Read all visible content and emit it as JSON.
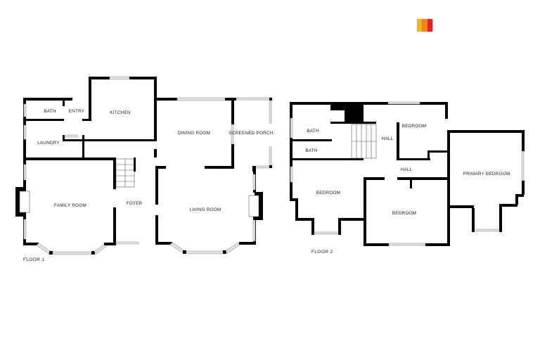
{
  "logo": {
    "colors": [
      "#f7b500",
      "#f58220",
      "#e21f26"
    ]
  },
  "floor1": {
    "label": "FLOOR 1",
    "rooms": {
      "bath": "BATH",
      "entry": "ENTRY",
      "kitchen": "KITCHEN",
      "laundry": "LAUNDRY",
      "dining_room": "DINING ROOM",
      "screened_porch": "SCREENED PORCH",
      "family_room": "FAMILY ROOM",
      "foyer": "FOYER",
      "living_room": "LIVING ROOM"
    }
  },
  "floor2": {
    "label": "FLOOR 2",
    "rooms": {
      "bath_upper": "BATH",
      "bath_lower": "BATH",
      "hall_stair": "HALL",
      "bedroom_ne": "BEDROOM",
      "hall_main": "HALL",
      "primary_bedroom": "PRIMARY BEDROOM",
      "bedroom_west": "BEDROOM",
      "bedroom_south": "BEDROOM"
    }
  },
  "colors": {
    "wall": "#000000",
    "window": "#e2e2e2",
    "background": "#ffffff"
  }
}
